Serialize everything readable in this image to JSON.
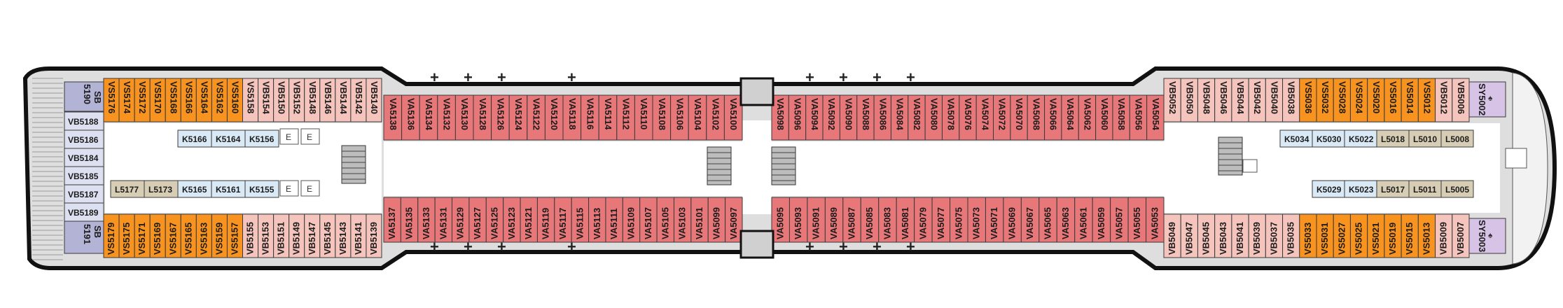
{
  "colors": {
    "VS": "#f7931e",
    "VA": "#e8777a",
    "VB": "#f4c4bd",
    "VB_side": "#dde0f0",
    "SB": "#b3b3d6",
    "SY": "#d7c3e6",
    "K": "#d9e9f5",
    "L": "#d6cdb4",
    "hull": "#111111",
    "deck": "#dedede"
  },
  "cabins_top": {
    "aft": [
      "VS5176",
      "VS5174",
      "VS5172",
      "VS5170",
      "VS5168",
      "VS5166",
      "VS5164",
      "VS5162",
      "VS5160",
      "VS5158",
      "VB5154",
      "VB5150",
      "VB5152",
      "VB5148",
      "VB5146",
      "VB5144",
      "VB5142",
      "VB5140"
    ],
    "aft_types": [
      "VS",
      "VS",
      "VS",
      "VS",
      "VS",
      "VS",
      "VS",
      "VS",
      "VS",
      "VB",
      "VB",
      "VB",
      "VB",
      "VB",
      "VB",
      "VB",
      "VB",
      "VB"
    ],
    "mid1": [
      "VA5138",
      "VA5136",
      "VA5134",
      "VA5132",
      "VA5130",
      "VA5128",
      "VA5126",
      "VA5124",
      "VA5122",
      "VA5120",
      "VA5118",
      "VA5116",
      "VA5114",
      "VA5112",
      "VA5110",
      "VA5108",
      "VA5106",
      "VA5104",
      "VA5102",
      "VA5100"
    ],
    "mid2": [
      "VA5098",
      "VA5096",
      "VA5094",
      "VA5092",
      "VA5090",
      "VA5088",
      "VA5086",
      "VA5084",
      "VA5082",
      "VA5080",
      "VA5078",
      "VA5076",
      "VA5074",
      "VA5072",
      "VA5070",
      "VA5068",
      "VA5066",
      "VA5064",
      "VA5062",
      "VA5060",
      "VA5058",
      "VA5056",
      "VA5054"
    ],
    "fwd": [
      "VB5052",
      "VB5050",
      "VB5048",
      "VB5046",
      "VB5044",
      "VB5042",
      "VB5040",
      "VB5038",
      "VS5036",
      "VS5032",
      "VS5028",
      "VS5024",
      "VS5020",
      "VS5016",
      "VS5014",
      "VS5012",
      "VB5012",
      "VB5006"
    ],
    "fwd_types": [
      "VB",
      "VB",
      "VB",
      "VB",
      "VB",
      "VB",
      "VB",
      "VB",
      "VS",
      "VS",
      "VS",
      "VS",
      "VS",
      "VS",
      "VS",
      "VS",
      "VB",
      "VB"
    ]
  },
  "cabins_bottom": {
    "aft": [
      "VS5179",
      "VS5175",
      "VS5171",
      "VS5169",
      "VS5167",
      "VS5165",
      "VS5163",
      "VS5159",
      "VS5157",
      "VB5155",
      "VB5153",
      "VB5151",
      "VB5149",
      "VB5147",
      "VB5145",
      "VB5143",
      "VB5141",
      "VB5139"
    ],
    "aft_types": [
      "VS",
      "VS",
      "VS",
      "VS",
      "VS",
      "VS",
      "VS",
      "VS",
      "VS",
      "VB",
      "VB",
      "VB",
      "VB",
      "VB",
      "VB",
      "VB",
      "VB",
      "VB"
    ],
    "mid1": [
      "VA5137",
      "VA5135",
      "VA5133",
      "VA5131",
      "VA5129",
      "VA5127",
      "VA5125",
      "VA5123",
      "VA5121",
      "VA5119",
      "VA5117",
      "VA5115",
      "VA5113",
      "VA5111",
      "VA5109",
      "VA5107",
      "VA5105",
      "VA5103",
      "VA5101",
      "VA5099",
      "VA5097"
    ],
    "mid2": [
      "VA5095",
      "VA5093",
      "VA5091",
      "VA5089",
      "VA5087",
      "VA5085",
      "VA5083",
      "VA5081",
      "VA5079",
      "VA5077",
      "VA5075",
      "VA5073",
      "VA5071",
      "VA5069",
      "VA5067",
      "VA5065",
      "VA5063",
      "VA5061",
      "VA5059",
      "VA5057",
      "VA5055",
      "VA5053"
    ],
    "fwd": [
      "VB5049",
      "VB5047",
      "VB5045",
      "VB5043",
      "VB5041",
      "VB5039",
      "VB5037",
      "VB5035",
      "VS5033",
      "VS5031",
      "VS5027",
      "VS5025",
      "VS5021",
      "VS5019",
      "VS5015",
      "VS5013",
      "VB5009",
      "VB5007"
    ],
    "fwd_types": [
      "VB",
      "VB",
      "VB",
      "VB",
      "VB",
      "VB",
      "VB",
      "VB",
      "VS",
      "VS",
      "VS",
      "VS",
      "VS",
      "VS",
      "VS",
      "VS",
      "VB",
      "VB"
    ]
  },
  "aft_side": [
    "VB5188",
    "VB5186",
    "VB5184",
    "VB5185",
    "VB5187",
    "VB5189"
  ],
  "aft_corner": {
    "top_line1": "SB",
    "top_line2": "5190",
    "bottom_line1": "SB",
    "bottom_line2": "5191"
  },
  "fwd_corner": {
    "top": "SY5002",
    "bottom": "SY5003"
  },
  "inner_top_aft": [
    "K5166",
    "K5164",
    "K5156"
  ],
  "inner_bottom_aft": [
    "L5177",
    "L5173",
    "K5165",
    "K5161",
    "K5155"
  ],
  "inner_bottom_aft_types": [
    "L",
    "L",
    "K",
    "K",
    "K"
  ],
  "inner_top_fwd": [
    "K5034",
    "K5030",
    "K5022",
    "L5018",
    "L5010",
    "L5008"
  ],
  "inner_top_fwd_types": [
    "K",
    "K",
    "K",
    "L",
    "L",
    "L"
  ],
  "inner_bottom_fwd": [
    "K5029",
    "K5023",
    "L5017",
    "L5011",
    "L5005"
  ],
  "inner_bottom_fwd_types": [
    "K",
    "K",
    "L",
    "L",
    "L"
  ],
  "elevator_label": "E",
  "plus_symbol": "+"
}
